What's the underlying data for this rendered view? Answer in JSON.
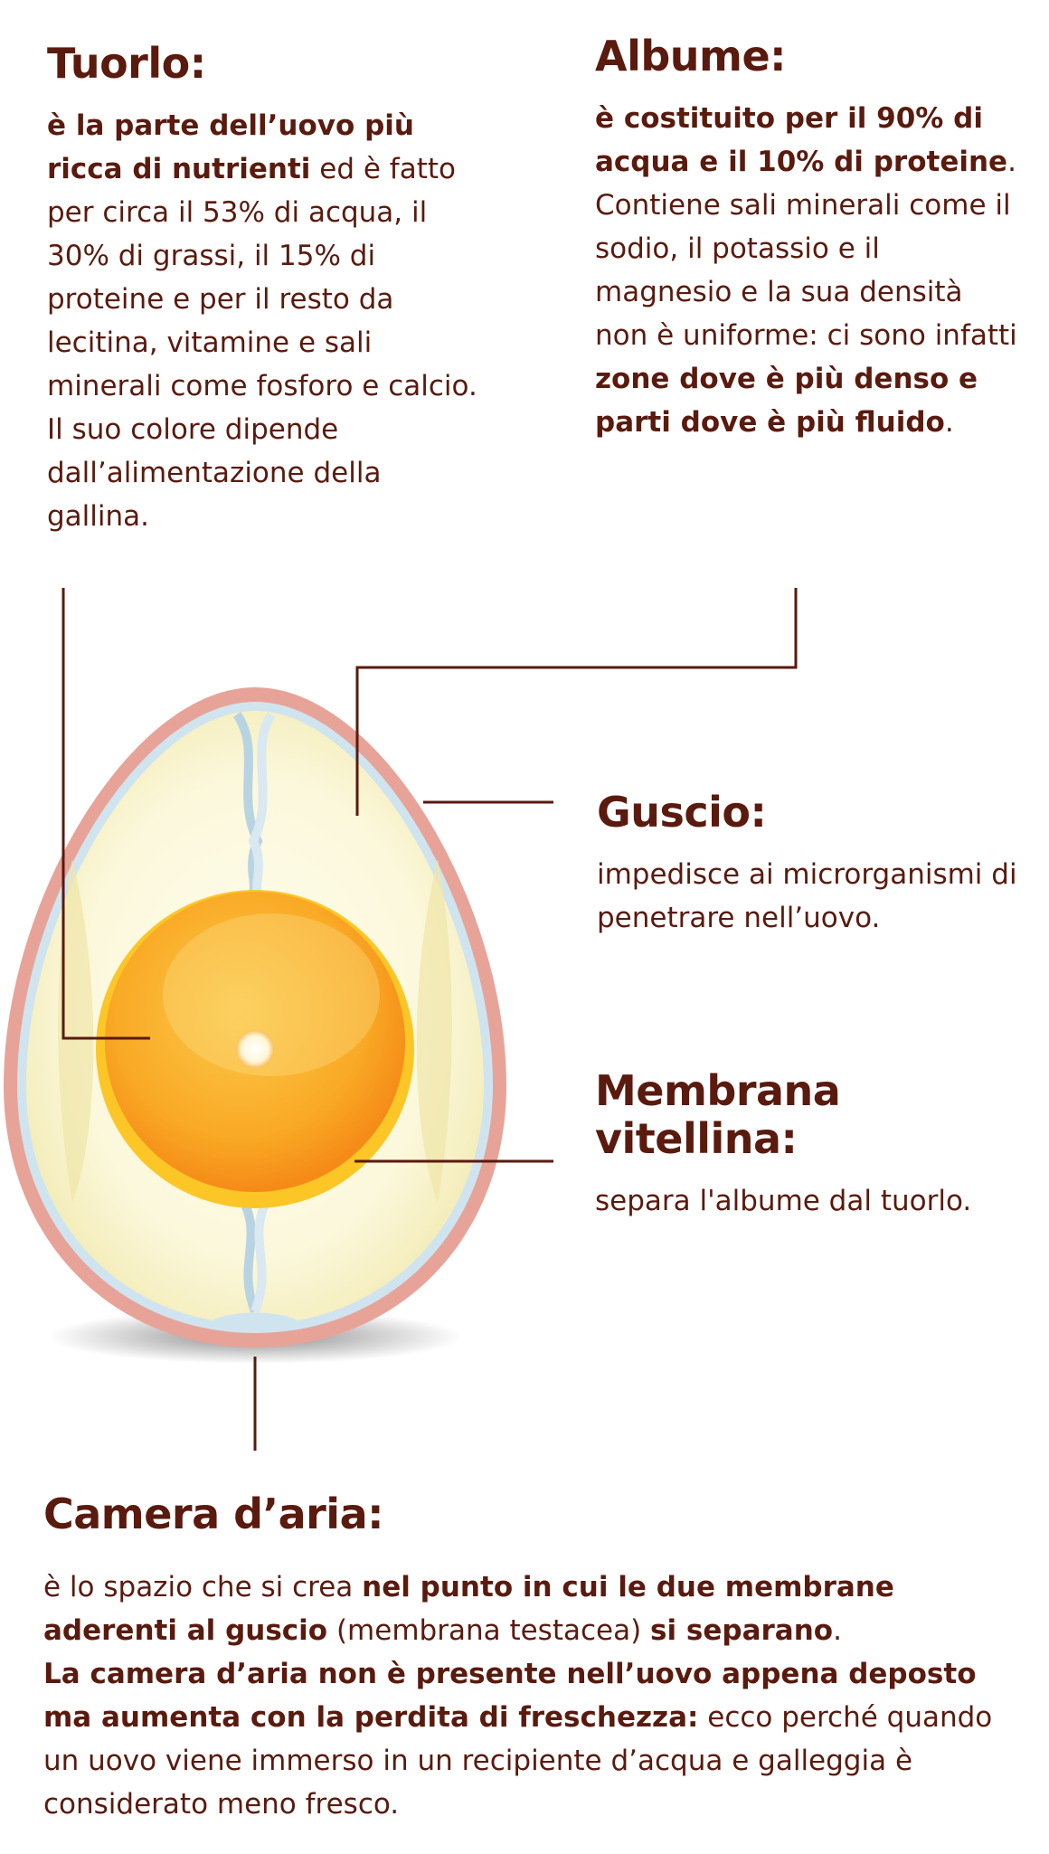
{
  "colors": {
    "text": "#5a1a0e",
    "leader_line": "#5a1a0e",
    "shell": "#e8a398",
    "shell_membrane": "#cfe4ef",
    "albumen": "#fbf7da",
    "yolk": "#f7981e",
    "yolk_light": "#fcc94a"
  },
  "tuorlo": {
    "title": "Tuorlo:",
    "p1_bold": "è la parte dell’uovo più ricca di nutrienti",
    "p1_rest": " ed è fatto per circa il 53% di acqua, il 30% di grassi, il 15% di proteine e per il resto da lecitina, vitamine e sali minerali come fosforo e calcio. Il suo colore dipende dall’alimentazione della gallina."
  },
  "albume": {
    "title": "Albume:",
    "p1_bold": "è costituito per il 90% di acqua e il 10% di proteine",
    "p1_rest": ". Contiene sali minerali come il sodio, il potassio e il magnesio e la sua densità non è uniforme: ci sono infatti ",
    "p2_bold": "zone dove è più denso e parti dove è più fluido",
    "p2_rest": "."
  },
  "guscio": {
    "title": "Guscio:",
    "text": "impedisce ai microrganismi di penetrare nell’uovo."
  },
  "membrana": {
    "title": "Membrana vitellina:",
    "text": "separa l'albume dal tuorlo."
  },
  "camera": {
    "title": "Camera d’aria:",
    "t1": "è lo spazio che si crea ",
    "t2_bold": "nel punto in cui le due membrane aderenti al guscio",
    "t3": " (membrana testacea) ",
    "t4_bold": "si separano",
    "t5": ".",
    "t6_bold": "La camera d’aria non è presente nell’uovo appena deposto ma aumenta con la perdita di freschezza:",
    "t7": " ecco perché quando un uovo viene immerso in un recipiente d’acqua e galleggia è considerato meno fresco."
  }
}
